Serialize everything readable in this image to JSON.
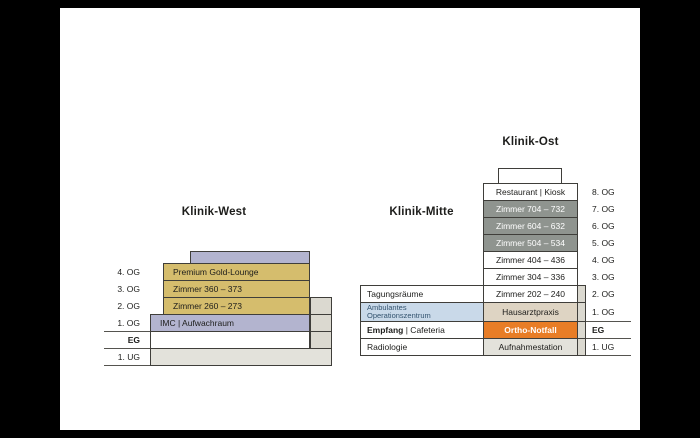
{
  "page": {
    "background": "#000000",
    "canvas_bg": "#ffffff"
  },
  "titles": {
    "west": "Klinik-West",
    "mitte": "Klinik-Mitte",
    "ost": "Klinik-Ost"
  },
  "floors": {
    "left": [
      "4. OG",
      "3. OG",
      "2. OG",
      "1. OG",
      "EG",
      "1. UG"
    ],
    "right": [
      "8. OG",
      "7. OG",
      "6. OG",
      "5. OG",
      "4. OG",
      "3. OG",
      "2. OG",
      "1. OG",
      "EG",
      "1. UG"
    ]
  },
  "west": {
    "rooms": [
      {
        "floor": "4. OG",
        "label": "Premium Gold-Lounge"
      },
      {
        "floor": "3. OG",
        "label": "Zimmer 360 – 373"
      },
      {
        "floor": "2. OG",
        "label": "Zimmer 260 – 273"
      },
      {
        "floor": "1. OG",
        "label": "IMC | Aufwachraum"
      }
    ]
  },
  "mitte": {
    "rooms": [
      {
        "floor": "2. OG",
        "label": "Tagungsräume"
      },
      {
        "floor": "1. OG",
        "line1": "Ambulantes",
        "line2": "Operationszentrum"
      },
      {
        "floor": "EG",
        "label_bold": "Empfang",
        "label_rest": " | Cafeteria"
      },
      {
        "floor": "1. UG",
        "label": "Radiologie"
      }
    ]
  },
  "ost": {
    "rooms": [
      {
        "floor": "8. OG",
        "label": "Restaurant | Kiosk"
      },
      {
        "floor": "7. OG",
        "label": "Zimmer 704 – 732"
      },
      {
        "floor": "6. OG",
        "label": "Zimmer 604 – 632"
      },
      {
        "floor": "5. OG",
        "label": "Zimmer 504 – 534"
      },
      {
        "floor": "4. OG",
        "label": "Zimmer 404 – 436"
      },
      {
        "floor": "3. OG",
        "label": "Zimmer 304 – 336"
      },
      {
        "floor": "2. OG",
        "label": "Zimmer 202 – 240"
      },
      {
        "floor": "1. OG",
        "label": "Hausarztpraxis"
      },
      {
        "floor": "EG",
        "label": "Ortho-Notfall"
      },
      {
        "floor": "1. UG",
        "label": "Aufnahmestation"
      }
    ]
  },
  "colors": {
    "white": "#ffffff",
    "gold": "#d5bd6d",
    "lavender": "#b3b4cf",
    "gray_room": "#8f948f",
    "light_blue": "#c9d9e9",
    "orange": "#e87d26",
    "beige": "#ded4c3",
    "light_gray": "#e3e2db",
    "annex": "#dbd9d0",
    "outline": "#3f3e3a"
  }
}
